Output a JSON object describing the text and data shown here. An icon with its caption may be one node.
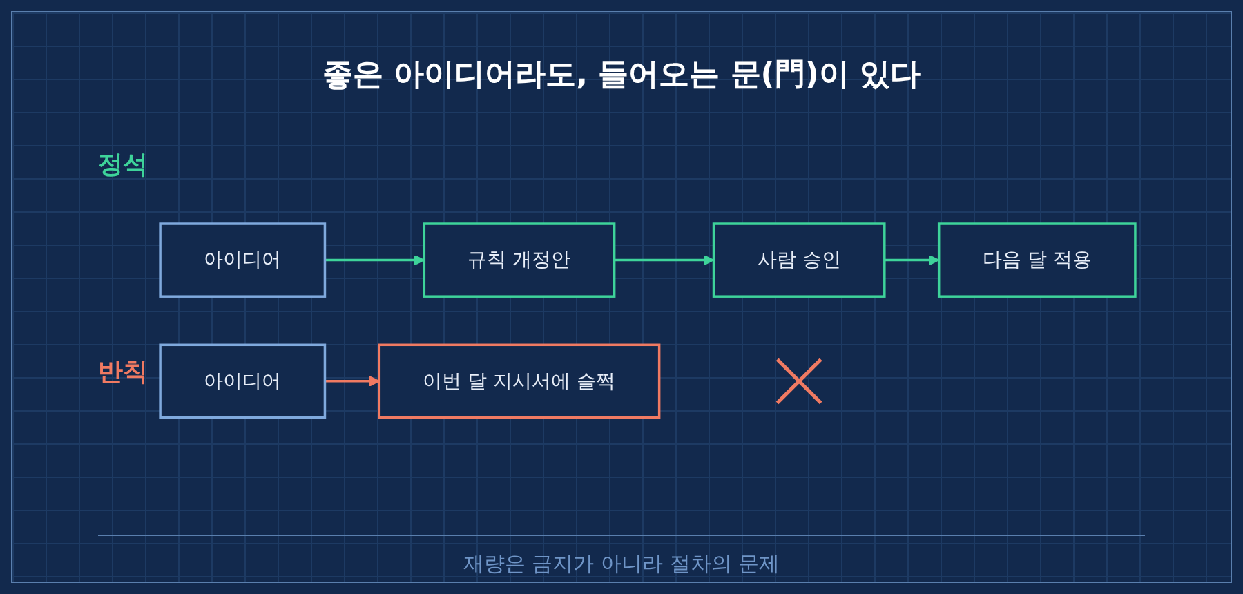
{
  "diagram": {
    "title": "좋은 아이디어라도, 들어오는 문(門)이 있다",
    "caption": "재량은 금지가 아니라 절차의 문제",
    "nodes": [
      {
        "text": [
          "아이디어"
        ]
      },
      {
        "text": [
          "규칙 개정안"
        ]
      },
      {
        "text": [
          "사람 승인"
        ]
      },
      {
        "text": [
          "다음 달 적용"
        ]
      },
      {
        "text": [
          "아이디어"
        ]
      },
      {
        "text": [
          "이번 달 지시서에 슬쩍"
        ]
      },
      {
        "text": [],
        "shape": "cross"
      }
    ],
    "edges": [
      {
        "from": 0,
        "to": 1,
        "arrow": "to"
      },
      {
        "from": 1,
        "to": 2,
        "arrow": "to"
      },
      {
        "from": 2,
        "to": 3,
        "arrow": "to"
      },
      {
        "from": 4,
        "to": 5,
        "arrow": "to",
        "color": "#f07a62"
      }
    ],
    "labels": [
      "정석",
      "반칙"
    ]
  }
}
